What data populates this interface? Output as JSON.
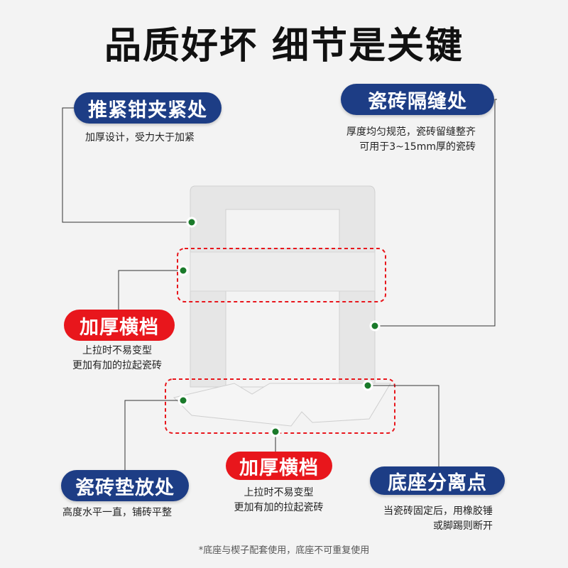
{
  "title": "品质好坏 细节是关键",
  "callouts": {
    "clamp": {
      "label": "推紧钳夹紧处",
      "desc": [
        "加厚设计，受力大于加紧"
      ]
    },
    "gap": {
      "label": "瓷砖隔缝处",
      "desc": [
        "厚度均匀规范，瓷砖留缝整齐",
        "可用于3~15mm厚的瓷砖"
      ]
    },
    "bar_upper": {
      "label": "加厚横档",
      "desc": [
        "上拉时不易变型",
        "更加有加的拉起瓷砖"
      ]
    },
    "pad": {
      "label": "瓷砖垫放处",
      "desc": [
        "高度水平一直，铺砖平整"
      ]
    },
    "bar_lower": {
      "label": "加厚横档",
      "desc": [
        "上拉时不易变型",
        "更加有加的拉起瓷砖"
      ]
    },
    "separate": {
      "label": "底座分离点",
      "desc": [
        "当瓷砖固定后，用橡胶锤",
        "或脚踢则断开"
      ]
    }
  },
  "footnote": "*底座与楔子配套使用，底座不可重复使用",
  "colors": {
    "navy": "#1d3d85",
    "red": "#e8161c",
    "dot": "#1a7a2a"
  }
}
